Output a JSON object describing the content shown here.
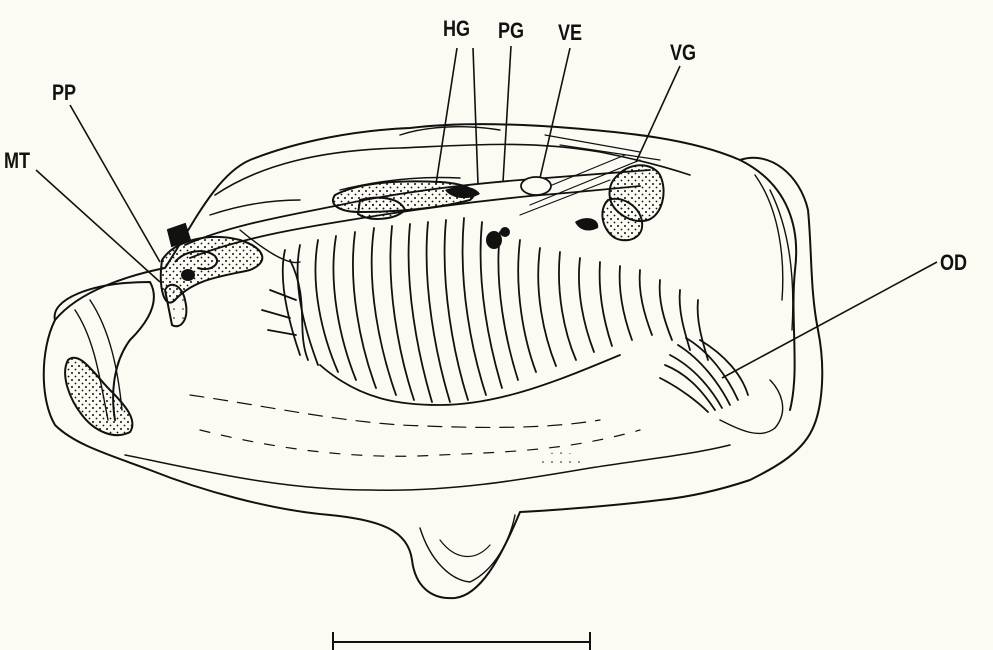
{
  "labels": {
    "hg": "HG",
    "pg": "PG",
    "ve": "VE",
    "vg": "VG",
    "pp": "PP",
    "mt": "MT",
    "od": "OD"
  },
  "colors": {
    "background": "#fbfbf3",
    "ink": "#111111"
  }
}
